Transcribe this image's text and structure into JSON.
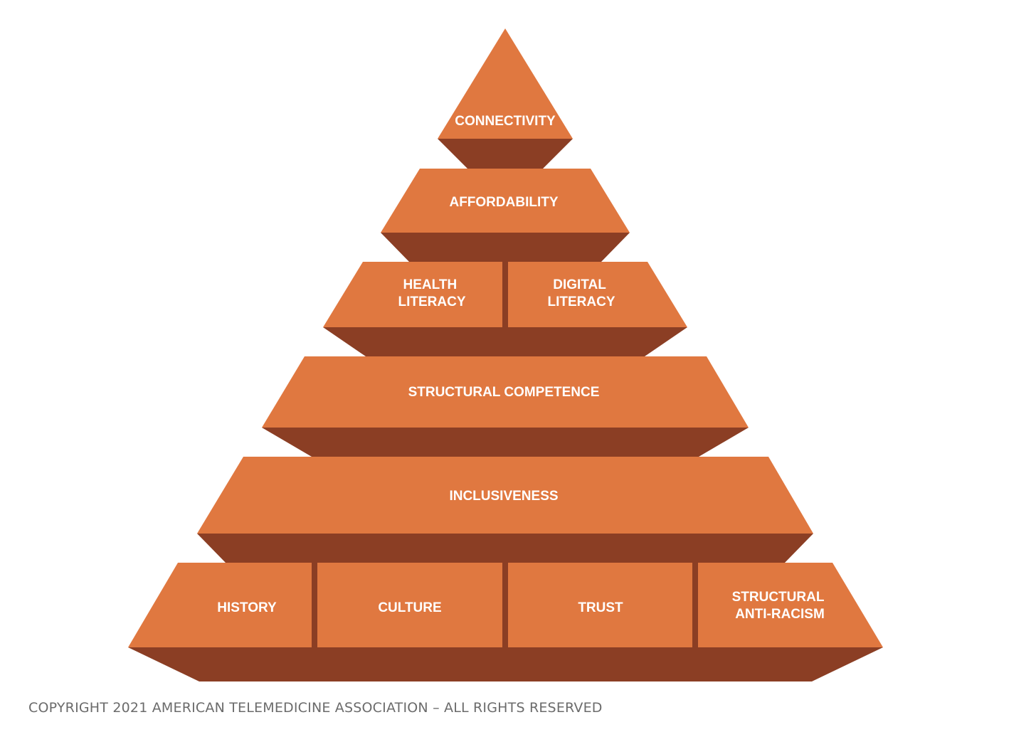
{
  "diagram": {
    "type": "pyramid",
    "colors": {
      "face": "#E07840",
      "underside": "#8B3E24",
      "text": "#FFFFFF"
    },
    "tiers": [
      {
        "blocks": [
          {
            "label": "CONNECTIVITY"
          }
        ]
      },
      {
        "blocks": [
          {
            "label": "AFFORDABILITY"
          }
        ]
      },
      {
        "blocks": [
          {
            "label": "HEALTH LITERACY",
            "lines": [
              "HEALTH",
              "LITERACY"
            ]
          },
          {
            "label": "DIGITAL LITERACY",
            "lines": [
              "DIGITAL",
              "LITERACY"
            ]
          }
        ]
      },
      {
        "blocks": [
          {
            "label": "STRUCTURAL COMPETENCE"
          }
        ]
      },
      {
        "blocks": [
          {
            "label": "INCLUSIVENESS"
          }
        ]
      },
      {
        "blocks": [
          {
            "label": "HISTORY"
          },
          {
            "label": "CULTURE"
          },
          {
            "label": "TRUST"
          },
          {
            "label": "STRUCTURAL ANTI-RACISM",
            "lines": [
              "STRUCTURAL",
              "ANTI-RACISM"
            ]
          }
        ]
      }
    ]
  },
  "footer": {
    "copyright": "COPYRIGHT 2021 AMERICAN TELEMEDICINE ASSOCIATION – ALL RIGHTS RESERVED"
  }
}
